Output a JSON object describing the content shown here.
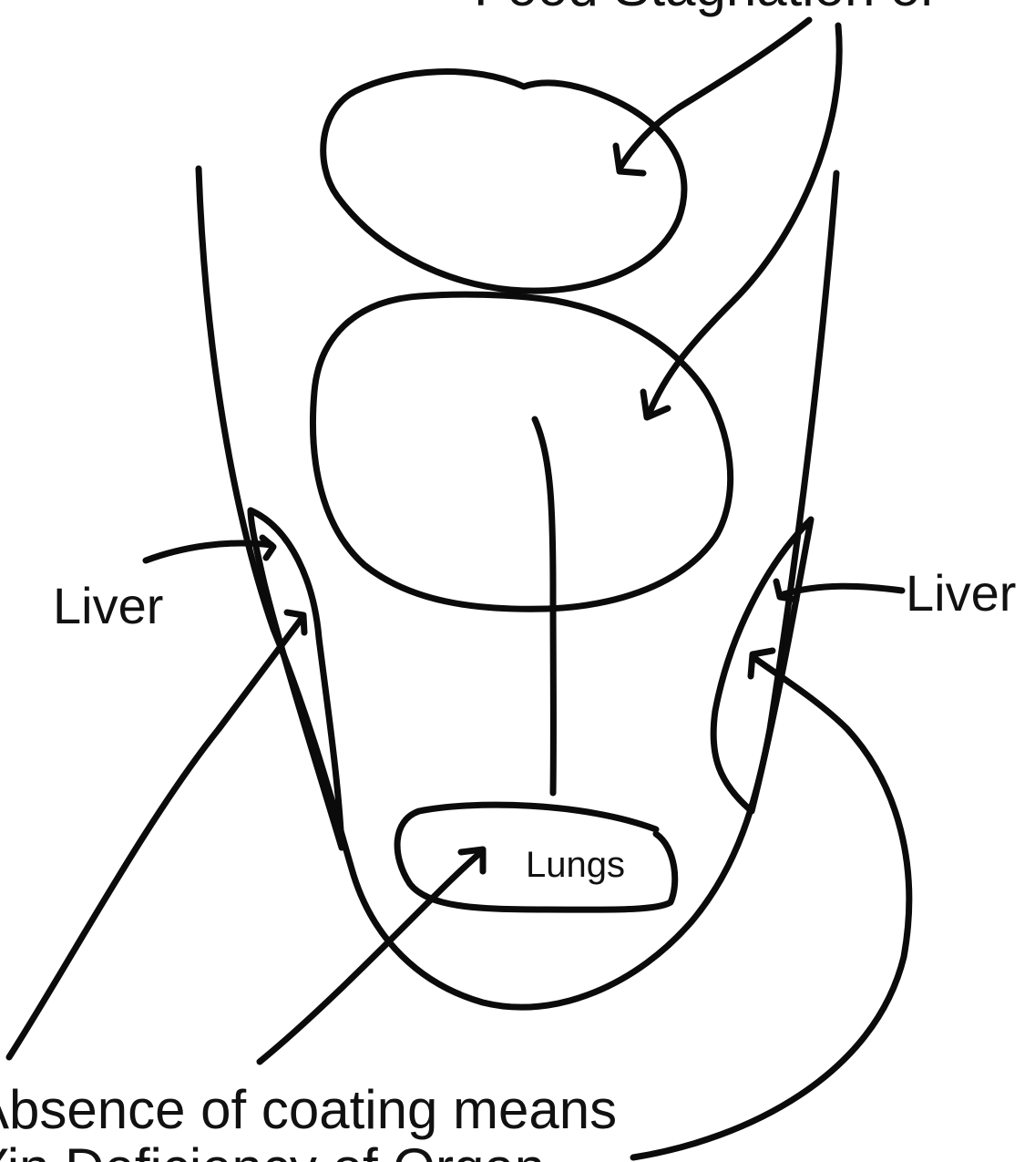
{
  "labels": {
    "top_cut": "Food Stagnation or",
    "liver_left": "Liver",
    "liver_right": "Liver",
    "lungs": "Lungs",
    "bottom_line1": "Absence of coating means",
    "bottom_line2": "Yin Deficiency of Organ"
  },
  "colors": {
    "ink": "#0b0b0b",
    "background": "#ffffff"
  }
}
